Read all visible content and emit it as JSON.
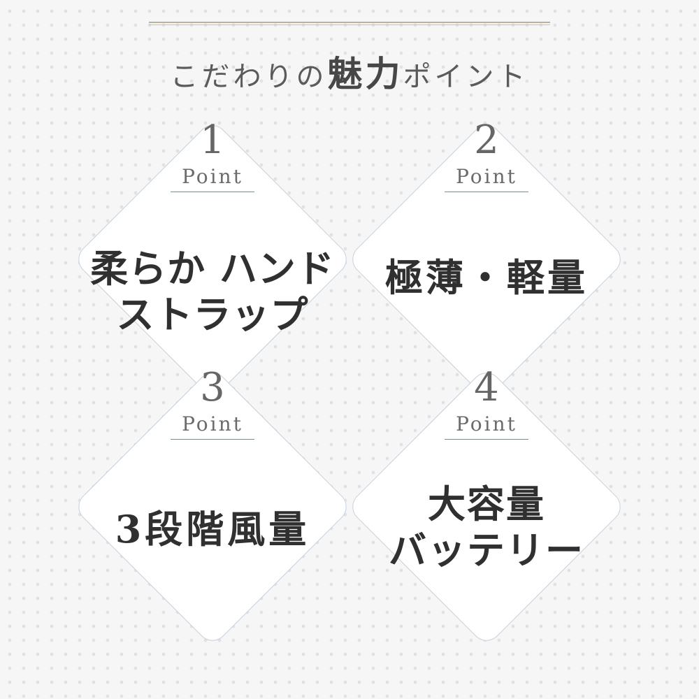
{
  "heading": {
    "light": "こだわりの",
    "strong": "魅力",
    "tail": "ポイント"
  },
  "points": [
    {
      "number": "1",
      "label": "Point",
      "title": "柔らか ハンド\nストラップ"
    },
    {
      "number": "2",
      "label": "Point",
      "title": "極薄・軽量"
    },
    {
      "number": "3",
      "label": "Point",
      "title": "3段階風量"
    },
    {
      "number": "4",
      "label": "Point",
      "title": "大容量\nバッテリー"
    }
  ]
}
